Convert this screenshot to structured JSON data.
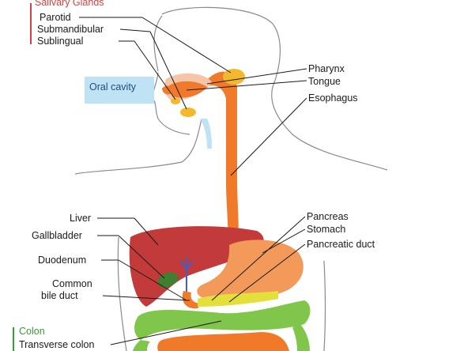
{
  "colors": {
    "salivary": "#d8403f",
    "colon": "#3a9a3a",
    "esophagus": "#f07a2a",
    "liver": "#c23a3a",
    "stomach": "#f39a5a",
    "gland": "#f4b82c",
    "oral_box": "#bfe3f5",
    "pancreas": "#e3e03c",
    "colon_fill": "#7fc64b"
  },
  "sections": {
    "salivary_title": "Salivary Glands",
    "colon_title": "Colon"
  },
  "labels": {
    "parotid": "Parotid",
    "submandibular": "Submandibular",
    "sublingual": "Sublingual",
    "oral_cavity": "Oral cavity",
    "pharynx": "Pharynx",
    "tongue": "Tongue",
    "esophagus": "Esophagus",
    "liver": "Liver",
    "gallbladder": "Gallbladder",
    "duodenum": "Duodenum",
    "common_bile_duct_1": "Common",
    "common_bile_duct_2": "bile duct",
    "pancreas": "Pancreas",
    "stomach": "Stomach",
    "pancreatic_duct": "Pancreatic duct",
    "transverse_colon": "Transverse colon"
  }
}
